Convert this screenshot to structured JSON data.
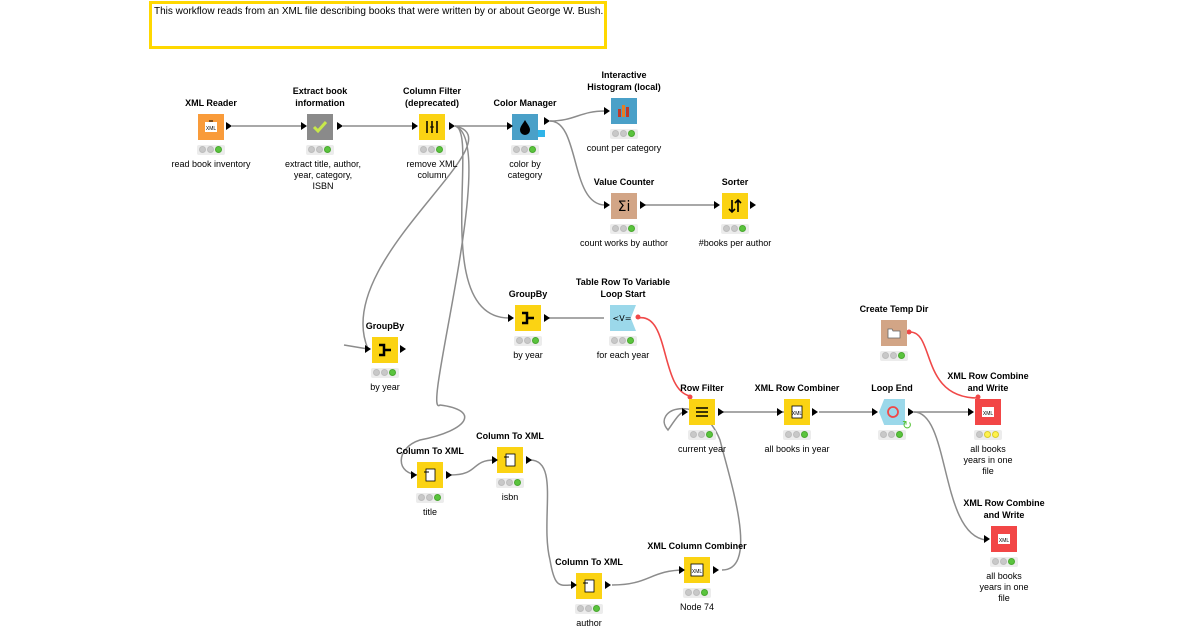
{
  "annotation": {
    "text": "This workflow reads from an XML file describing books that were written by or about George W. Bush."
  },
  "colors": {
    "source": "#f99b3a",
    "manipulator": "#fbd313",
    "learner_gray": "#8a8a8a",
    "view": "#4aa0c8",
    "loop": "#9bd8ea",
    "writer": "#f24646",
    "util": "#d2a586",
    "status_green": "#5ac43d",
    "status_yellow": "#fff24c",
    "status_gray": "#c8c8c8",
    "connection": "#8c8c8c",
    "flow_variable": "#f04848",
    "annotation_border": "#ffd800"
  },
  "nodes": {
    "xml_reader": {
      "title": "XML Reader",
      "desc": "read book inventory",
      "icon": "xml-reader-icon"
    },
    "extract_info": {
      "title": "Extract book information",
      "desc": "extract title, author, year, category, ISBN",
      "icon": "xpath-check-icon"
    },
    "column_filter": {
      "title": "Column Filter (deprecated)",
      "desc": "remove XML column",
      "icon": "column-filter-icon"
    },
    "color_manager": {
      "title": "Color Manager",
      "desc": "color by category",
      "icon": "color-drop-icon"
    },
    "histogram": {
      "title": "Interactive Histogram (local)",
      "desc": "count per category",
      "icon": "histogram-icon"
    },
    "value_counter": {
      "title": "Value Counter",
      "desc": "count works by author",
      "icon": "sigma-icon"
    },
    "sorter": {
      "title": "Sorter",
      "desc": "#books per author",
      "icon": "sort-icon"
    },
    "groupby_mid": {
      "title": "GroupBy",
      "desc": "by year",
      "icon": "groupby-icon"
    },
    "loop_start": {
      "title": "Table Row To Variable Loop Start",
      "desc": "for each year",
      "icon": "loop-start-icon"
    },
    "groupby_left": {
      "title": "GroupBy",
      "desc": "by year",
      "icon": "groupby-icon"
    },
    "create_temp_dir": {
      "title": "Create Temp Dir",
      "desc": "",
      "icon": "folder-icon"
    },
    "row_filter": {
      "title": "Row Filter",
      "desc": "current year",
      "icon": "row-filter-icon"
    },
    "xml_row_combiner": {
      "title": "XML Row Combiner",
      "desc": "all books in year",
      "icon": "xml-combiner-icon"
    },
    "loop_end": {
      "title": "Loop End",
      "desc": "",
      "icon": "loop-end-icon"
    },
    "xml_row_combine_write_1": {
      "title": "XML Row Combine and Write",
      "desc": "all books years in one file",
      "icon": "xml-writer-icon"
    },
    "xml_row_combine_write_2": {
      "title": "XML Row Combine and Write",
      "desc": "all books years in one file",
      "icon": "xml-writer-icon"
    },
    "col_to_xml_title": {
      "title": "Column To XML",
      "desc": "title",
      "icon": "column-to-xml-icon"
    },
    "col_to_xml_isbn": {
      "title": "Column To XML",
      "desc": "isbn",
      "icon": "column-to-xml-icon"
    },
    "col_to_xml_author": {
      "title": "Column To XML",
      "desc": "author",
      "icon": "column-to-xml-icon"
    },
    "xml_col_combiner": {
      "title": "XML Column Combiner",
      "desc": "Node 74",
      "icon": "xml-column-combiner-icon"
    }
  }
}
